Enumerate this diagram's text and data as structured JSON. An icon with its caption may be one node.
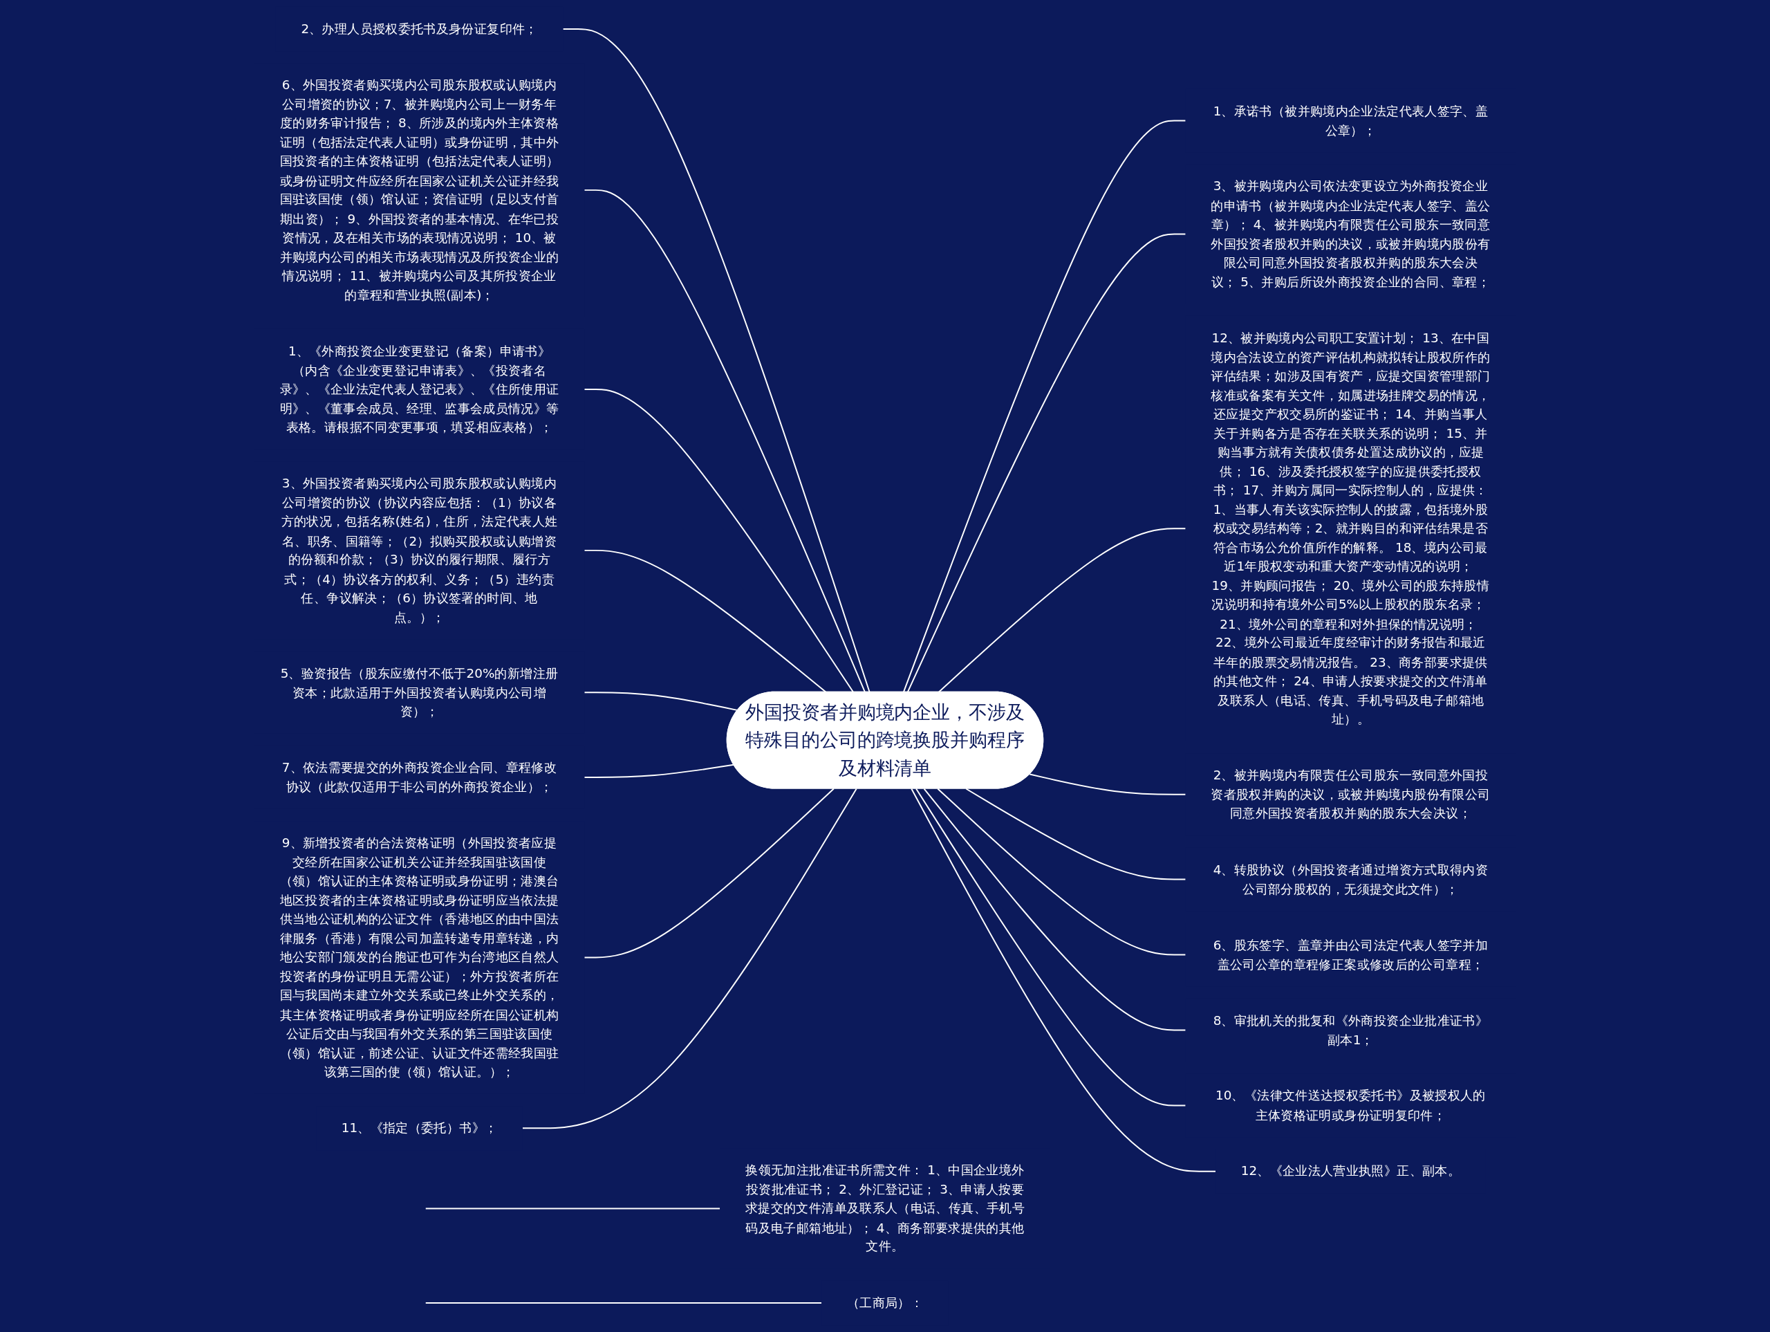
{
  "diagram": {
    "nodes": [
      {
        "text": [
          "外国投资者并购境内企业，不涉及特殊目的公司的跨境换股并购程序及材料清单"
        ]
      },
      {
        "text": [
          "2、办理人员授权委托书及身份证复印件；"
        ]
      },
      {
        "text": [
          "6、外国投资者购买境内公司股东股权或认购境内公司增资的协议；7、被并购境内公司上一财务年度的财务审计报告； 8、所涉及的境内外主体资格证明（包括法定代表人证明）或身份证明，其中外国投资者的主体资格证明（包括法定代表人证明）或身份证明文件应经所在国家公证机关公证并经我国驻该国使（领）馆认证；资信证明（足以支付首期出资）； 9、外国投资者的基本情况、在华已投资情况，及在相关市场的表现情况说明； 10、被并购境内公司的相关市场表现情况及所投资企业的情况说明； 11、被并购境内公司及其所投资企业的章程和营业执照(副本)；"
        ]
      },
      {
        "text": [
          "1、《外商投资企业变更登记（备案）申请书》（内含《企业变更登记申请表》、《投资者名录》、《企业法定代表人登记表》、《住所使用证明》、《董事会成员、经理、监事会成员情况》等表格。请根据不同变更事项，填妥相应表格）；"
        ]
      },
      {
        "text": [
          "3、外国投资者购买境内公司股东股权或认购境内公司增资的协议（协议内容应包括：（1）协议各方的状况，包括名称(姓名)，住所，法定代表人姓名、职务、国籍等；（2）拟购买股权或认购增资的份额和价款；（3）协议的履行期限、履行方式；（4）协议各方的权利、义务；（5）违约责任、争议解决；（6）协议签署的时间、地点。）；"
        ]
      },
      {
        "text": [
          "5、验资报告（股东应缴付不低于20%的新增注册资本；此款适用于外国投资者认购境内公司增资）；"
        ]
      },
      {
        "text": [
          "7、依法需要提交的外商投资企业合同、章程修改协议（此款仅适用于非公司的外商投资企业）；"
        ]
      },
      {
        "text": [
          "9、新增投资者的合法资格证明（外国投资者应提交经所在国家公证机关公证并经我国驻该国使（领）馆认证的主体资格证明或身份证明；港澳台地区投资者的主体资格证明或身份证明应当依法提供当地公证机构的公证文件（香港地区的由中国法律服务（香港）有限公司加盖转递专用章转递，内地公安部门颁发的台胞证也可作为台湾地区自然人投资者的身份证明且无需公证）；外方投资者所在国与我国尚未建立外交关系或已终止外交关系的，其主体资格证明或者身份证明应经所在国公证机构公证后交由与我国有外交关系的第三国驻该国使（领）馆认证，前述公证、认证文件还需经我国驻该第三国的使（领）馆认证。）；"
        ]
      },
      {
        "text": [
          "11、《指定（委托）书》；"
        ]
      },
      {
        "text": [
          "1、承诺书（被并购境内企业法定代表人签字、盖公章）；"
        ]
      },
      {
        "text": [
          "3、被并购境内公司依法变更设立为外商投资企业的申请书（被并购境内企业法定代表人签字、盖公章）； 4、被并购境内有限责任公司股东一致同意外国投资者股权并购的决议，或被并购境内股份有限公司同意外国投资者股权并购的股东大会决议； 5、并购后所设外商投资企业的合同、章程；"
        ]
      },
      {
        "text": [
          "12、被并购境内公司职工安置计划； 13、在中国境内合法设立的资产评估机构就拟转让股权所作的评估结果；如涉及国有资产，应提交国资管理部门核准或备案有关文件，如属进场挂牌交易的情况，还应提交产权交易所的鉴证书； 14、并购当事人关于并购各方是否存在关联关系的说明； 15、并购当事方就有关债权债务处置达成协议的，应提供； 16、涉及委托授权签字的应提供委托授权书； 17、并购方属同一实际控制人的，应提供：1、当事人有关该实际控制人的披露，包括境外股权或交易结构等；2、就并购目的和评估结果是否符合市场公允价值所作的解释。 18、境内公司最近1年股权变动和重大资产变动情况的说明； 19、并购顾问报告； 20、境外公司的股东持股情况说明和持有境外公司5%以上股权的股东名录； 21、境外公司的章程和对外担保的情况说明； 22、境外公司最近年度经审计的财务报告和最近半年的股票交易情况报告。 23、商务部要求提供的其他文件； 24、申请人按要求提交的文件清单及联系人（电话、传真、手机号码及电子邮箱地址）。"
        ]
      },
      {
        "text": [
          "2、被并购境内有限责任公司股东一致同意外国投资者股权并购的决议，或被并购境内股份有限公司同意外国投资者股权并购的股东大会决议；"
        ]
      },
      {
        "text": [
          "4、转股协议（外国投资者通过增资方式取得内资公司部分股权的，无须提交此文件）；"
        ]
      },
      {
        "text": [
          "6、股东签字、盖章并由公司法定代表人签字并加盖公司公章的章程修正案或修改后的公司章程；"
        ]
      },
      {
        "text": [
          "8、审批机关的批复和《外商投资企业批准证书》副本1；"
        ]
      },
      {
        "text": [
          "10、《法律文件送达授权委托书》及被授权人的主体资格证明或身份证明复印件；"
        ]
      },
      {
        "text": [
          "12、《企业法人营业执照》正、副本。"
        ]
      },
      {
        "text": [
          "换领无加注批准证书所需文件： 1、中国企业境外投资批准证书； 2、外汇登记证； 3、申请人按要求提交的文件清单及联系人（电话、传真、手机号码及电子邮箱地址）； 4、商务部要求提供的其他文件。"
        ]
      },
      {
        "text": [
          "（工商局）："
        ]
      }
    ],
    "edges": [
      {
        "from": 1,
        "to": 0,
        "arrow": "none"
      },
      {
        "from": 2,
        "to": 0,
        "arrow": "none"
      },
      {
        "from": 3,
        "to": 0,
        "arrow": "none"
      },
      {
        "from": 4,
        "to": 0,
        "arrow": "none"
      },
      {
        "from": 5,
        "to": 0,
        "arrow": "none"
      },
      {
        "from": 6,
        "to": 0,
        "arrow": "none"
      },
      {
        "from": 7,
        "to": 0,
        "arrow": "none"
      },
      {
        "from": 8,
        "to": 0,
        "arrow": "none"
      },
      {
        "from": 0,
        "to": 9,
        "arrow": "none"
      },
      {
        "from": 0,
        "to": 10,
        "arrow": "none"
      },
      {
        "from": 0,
        "to": 11,
        "arrow": "none"
      },
      {
        "from": 0,
        "to": 12,
        "arrow": "none"
      },
      {
        "from": 0,
        "to": 13,
        "arrow": "none"
      },
      {
        "from": 0,
        "to": 14,
        "arrow": "none"
      },
      {
        "from": 0,
        "to": 15,
        "arrow": "none"
      },
      {
        "from": 0,
        "to": 16,
        "arrow": "none"
      },
      {
        "from": 0,
        "to": 17,
        "arrow": "none"
      },
      {
        "from": null,
        "to": 18,
        "arrow": "none"
      },
      {
        "from": null,
        "to": 19,
        "arrow": "none"
      }
    ]
  }
}
